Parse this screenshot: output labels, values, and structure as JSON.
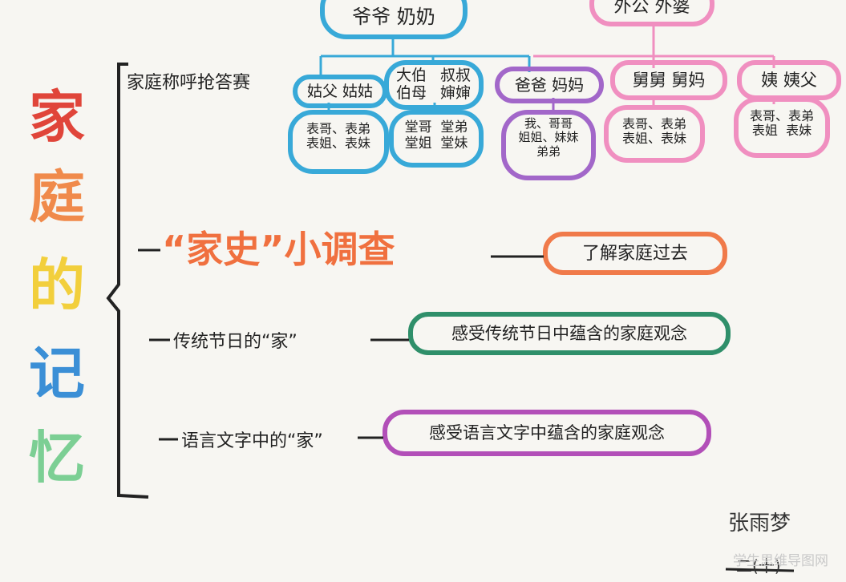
{
  "title_chars": [
    "家",
    "庭",
    "的",
    "记",
    "忆"
  ],
  "title_colors": [
    "#e0453a",
    "#f08a4b",
    "#f2cf3c",
    "#3b8fd6",
    "#7ccf94"
  ],
  "quiz_label": "家庭称呼抢答赛",
  "family_tree": {
    "top_paternal": "爷爷  奶奶",
    "top_maternal": "外公  外婆",
    "aunt_paternal": "姑父  姑姑",
    "uncle_paternal_1": "大伯",
    "aunt_paternal_1": "伯母",
    "uncle_paternal_2": "叔叔",
    "aunt_paternal_2": "婶婶",
    "parents": "爸爸  妈妈",
    "uncle_maternal": "舅舅  舅妈",
    "aunt_maternal": "姨  姨父",
    "cousins_paternal_aunt": "表哥、表弟\n表姐、表妹",
    "cousins_paternal_uncle": "堂哥  堂弟\n堂姐  堂妹",
    "siblings": "我、哥哥\n姐姐、妹妹\n弟弟",
    "cousins_maternal_uncle": "表哥、表弟\n表姐、表妹",
    "cousins_maternal_aunt": "表哥、表弟\n表姐  表妹"
  },
  "branches": {
    "history_survey": "“家史”小调查",
    "history_survey_note": "了解家庭过去",
    "festival": "传统节日的“家”",
    "festival_note": "感受传统节日中蕴含的家庭观念",
    "language": "语言文字中的“家”",
    "language_note": "感受语言文字中蕴含的家庭观念"
  },
  "signature_name": "张雨梦",
  "signature_class": "二(十)",
  "watermark": "学生思维导图网",
  "colors": {
    "blue": "#38a9d8",
    "pink": "#f08fc0",
    "purple": "#a267c9",
    "orange": "#f07a4a",
    "green": "#2f8f6a",
    "violet": "#b24fb8",
    "survey_text": "#f0703f"
  }
}
